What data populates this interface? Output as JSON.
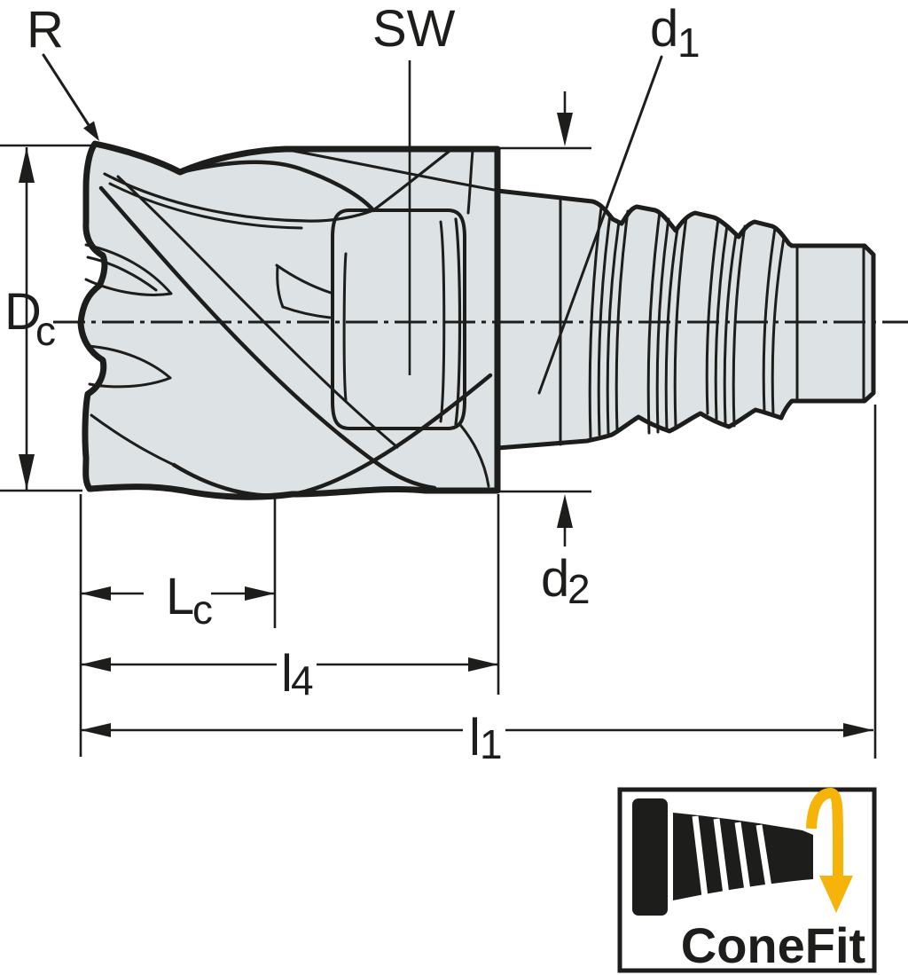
{
  "drawing": {
    "type": "technical-dimension-drawing",
    "subject": "exchangeable-head solid carbide end mill with ConeFit thread interface",
    "labels": {
      "radius": "R",
      "wrench_flat": "SW",
      "shank_thread_dia": {
        "base": "d",
        "sub": "1"
      },
      "cutting_dia": {
        "base": "D",
        "sub": "c"
      },
      "body_dia": {
        "base": "d",
        "sub": "2"
      },
      "flute_length": {
        "base": "L",
        "sub": "c"
      },
      "head_length": {
        "base": "l",
        "sub": "4"
      },
      "overall_length": {
        "base": "l",
        "sub": "1"
      }
    },
    "colors": {
      "line": "#1d1d1b",
      "metal_fill": "#dde3e5",
      "background": "#ffffff"
    }
  },
  "logo": {
    "label": "ConeFit",
    "colors": {
      "black": "#1d1d1b",
      "yellow": "#f6b40a"
    }
  }
}
